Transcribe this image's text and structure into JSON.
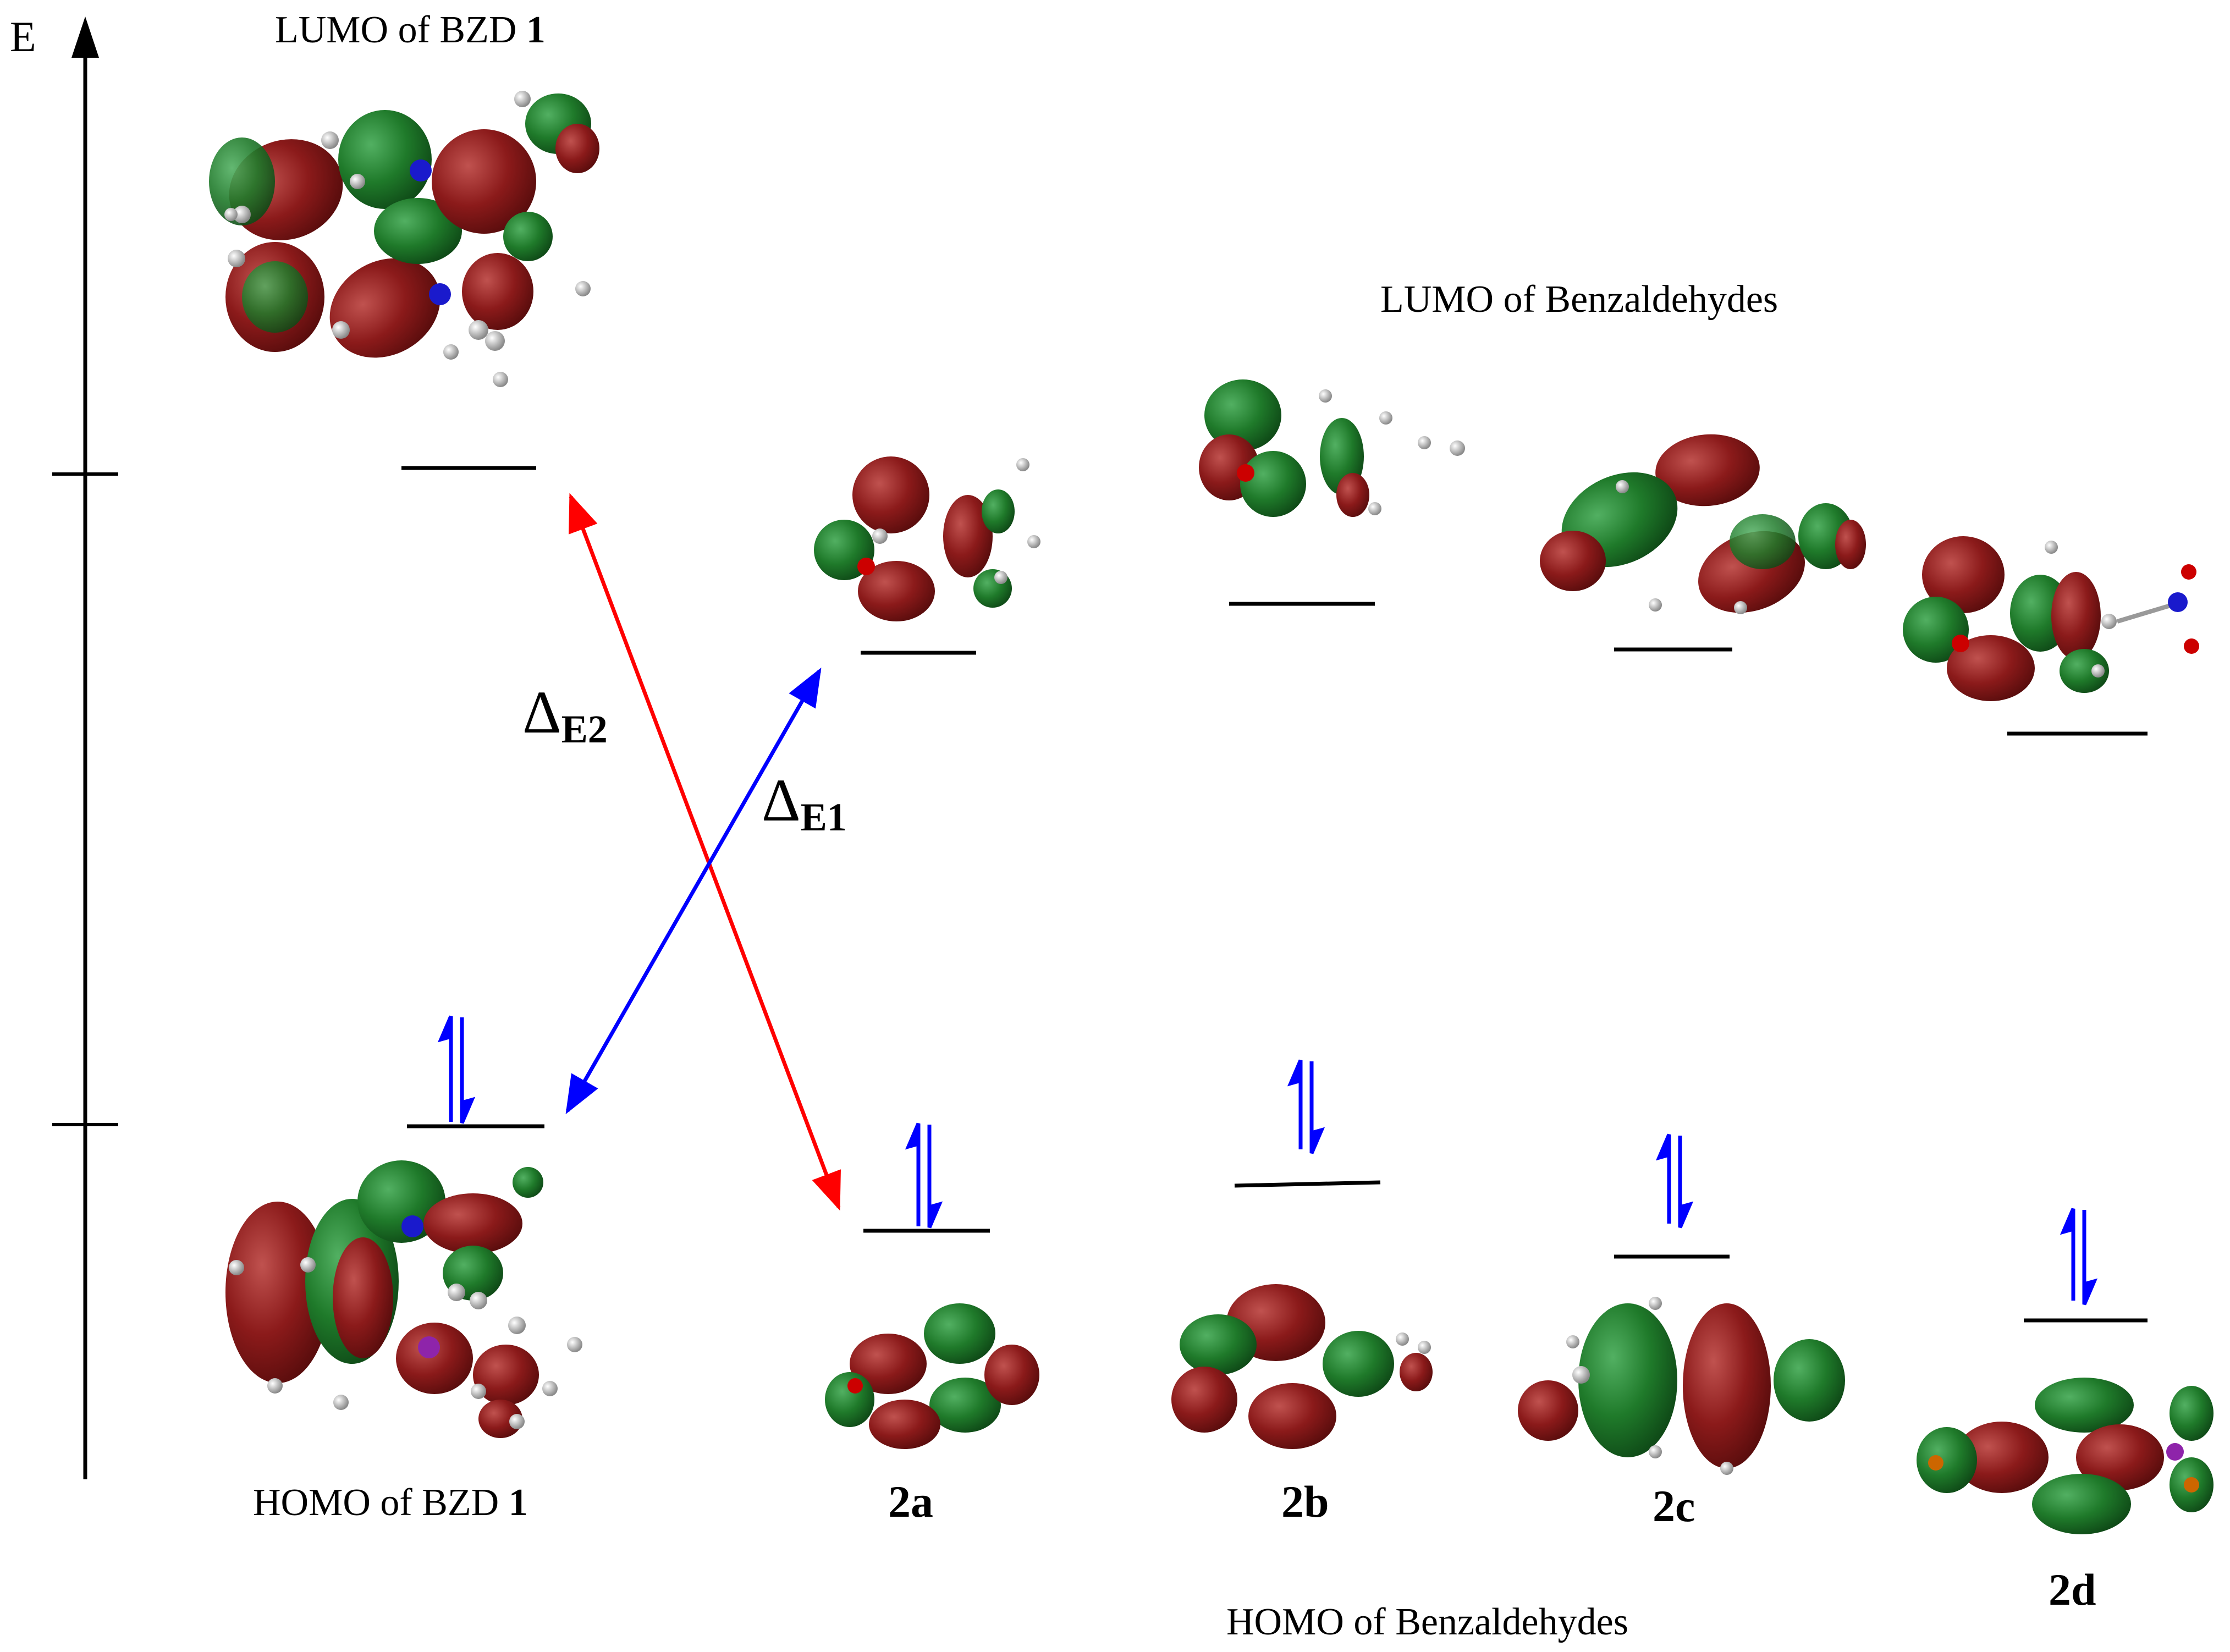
{
  "axis": {
    "label": "E"
  },
  "bzd": {
    "lumo_label_prefix": "LUMO of BZD ",
    "homo_label_prefix": "HOMO of BZD ",
    "compound_number": "1"
  },
  "benzaldehydes": {
    "lumo_label": "LUMO of Benzaldehydes",
    "homo_label": "HOMO of Benzaldehydes",
    "compounds": [
      "2a",
      "2b",
      "2c",
      "2d"
    ]
  },
  "gaps": [
    {
      "symbol": "Δ",
      "subscript": "E1",
      "color": "#0000ff",
      "meaning": "HOMO of BZD 1 to LUMO of Benzaldehydes"
    },
    {
      "symbol": "Δ",
      "subscript": "E2",
      "color": "#ff0000",
      "meaning": "HOMO of Benzaldehydes to LUMO of BZD 1"
    }
  ],
  "colors": {
    "orbital_positive": "#8b1a1a",
    "orbital_negative": "#1f7a2a",
    "electron_arrows": "#0000ff",
    "nitrogen_atom": "#1a1acc",
    "oxygen_atom": "#cc0000",
    "level_lines": "#000000"
  }
}
